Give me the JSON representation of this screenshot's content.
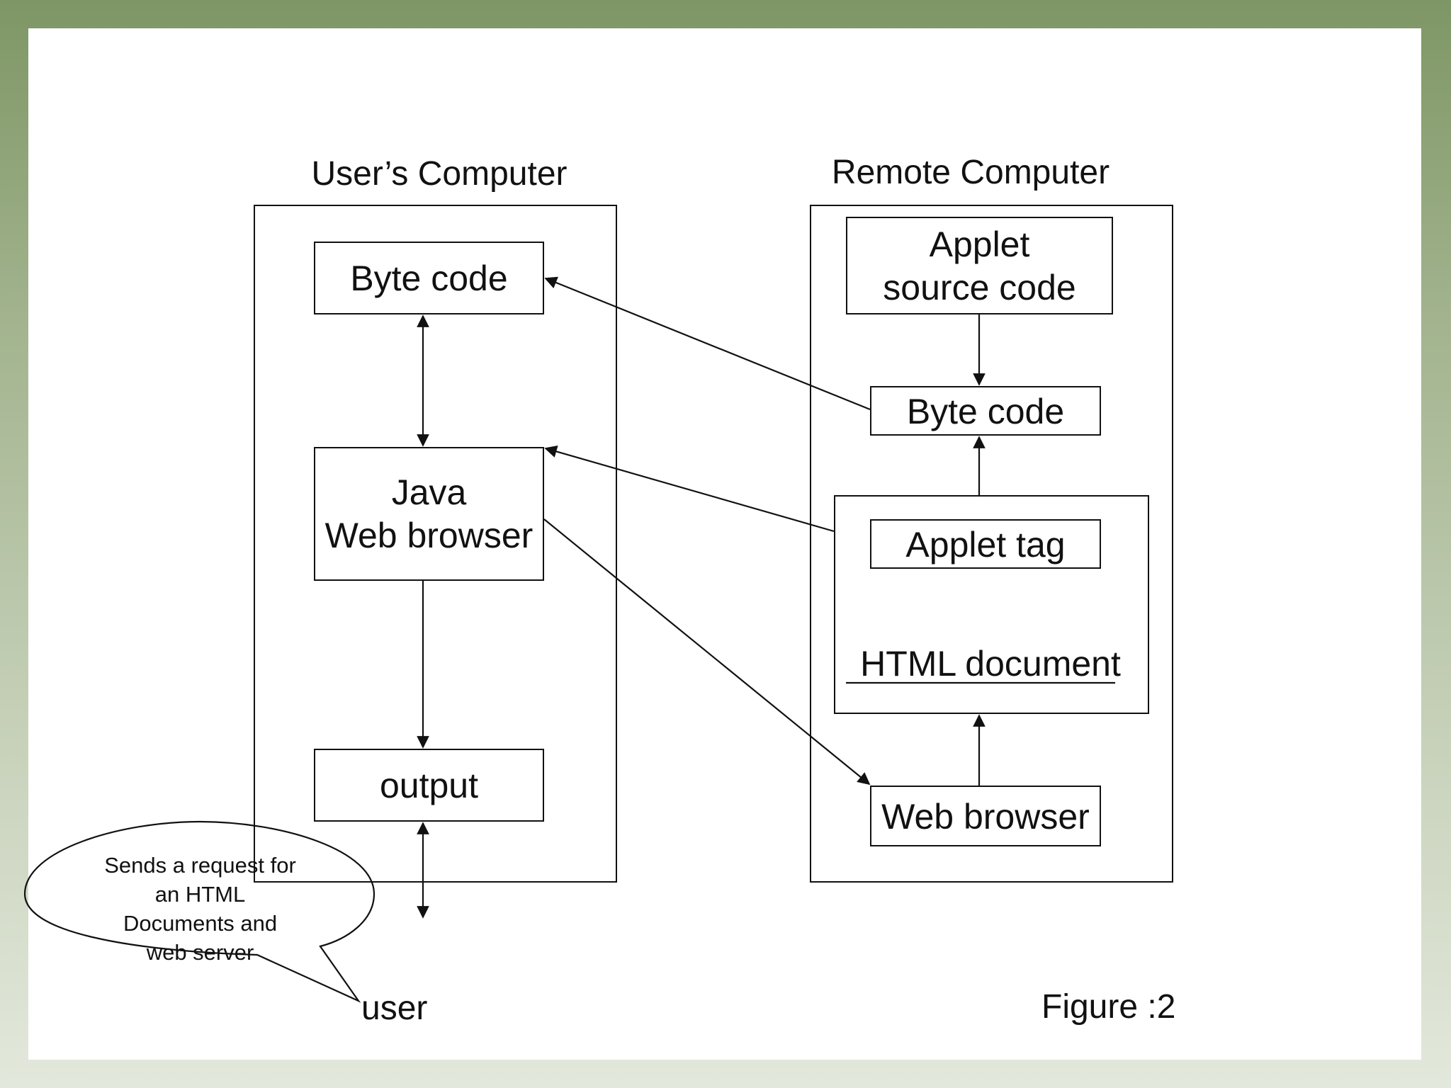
{
  "titles": {
    "users_computer": "User’s Computer",
    "remote_computer": "Remote Computer"
  },
  "users_computer": {
    "byte_code": "Byte code",
    "java_browser_line1": "Java",
    "java_browser_line2": "Web browser",
    "output": "output"
  },
  "remote_computer": {
    "applet_source_line1": "Applet",
    "applet_source_line2": "source code",
    "byte_code": "Byte code",
    "applet_tag": "Applet tag",
    "html_document": "HTML document",
    "web_browser": "Web browser"
  },
  "callout": {
    "line1": "Sends a request for",
    "line2": "an HTML",
    "line3": "Documents and",
    "line4": "web server"
  },
  "user_label": "user",
  "figure_label": "Figure :2"
}
